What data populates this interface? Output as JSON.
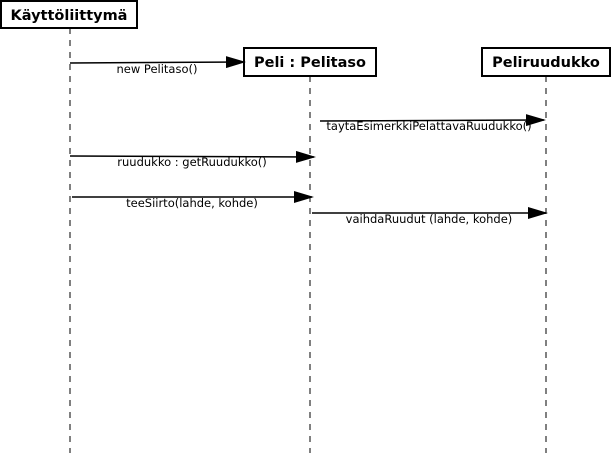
{
  "participants": [
    {
      "label": "Käyttöliittymä"
    },
    {
      "label": "Peli : Pelitaso"
    },
    {
      "label": "Peliruudukko"
    }
  ],
  "messages": [
    {
      "label": "new Pelitaso()",
      "from": 0,
      "to": 1
    },
    {
      "label": "taytaEsimerkkiPelattavaRuudukko()",
      "from": 1,
      "to": 2
    },
    {
      "label": "ruudukko : getRuudukko()",
      "from": 0,
      "to": 1
    },
    {
      "label": "teeSiirto(lahde, kohde)",
      "from": 0,
      "to": 1
    },
    {
      "label": "vaihdaRuudut (lahde, kohde)",
      "from": 1,
      "to": 2
    }
  ],
  "colors": {
    "line": "#000000",
    "background": "#ffffff"
  }
}
